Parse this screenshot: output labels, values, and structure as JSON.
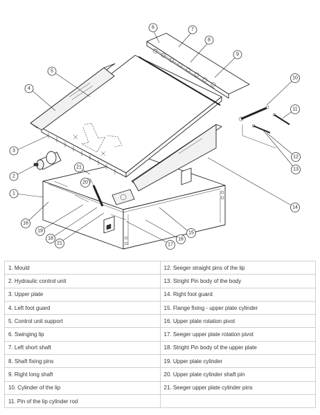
{
  "legend": {
    "items": [
      {
        "number": "1",
        "label": "Mould"
      },
      {
        "number": "2",
        "label": "Hydraulic control unit"
      },
      {
        "number": "3",
        "label": "Upper plate"
      },
      {
        "number": "4",
        "label": "Left foot guard"
      },
      {
        "number": "5",
        "label": "Control unit support"
      },
      {
        "number": "6",
        "label": "Swinging lip"
      },
      {
        "number": "7",
        "label": "Left short shaft"
      },
      {
        "number": "8",
        "label": "Shaft fixing pins"
      },
      {
        "number": "9",
        "label": "Right long shaft"
      },
      {
        "number": "10",
        "label": "Cylinder of the lip"
      },
      {
        "number": "11",
        "label": "Pin of the lip cylinder rod"
      },
      {
        "number": "12",
        "label": "Seeger straight pins of the lip"
      },
      {
        "number": "13",
        "label": "Stright Pin body of the body"
      },
      {
        "number": "14",
        "label": "Right foot guard"
      },
      {
        "number": "15",
        "label": "Flange fixing - upper plate cylinder"
      },
      {
        "number": "16",
        "label": "Upper plate rotation pivot"
      },
      {
        "number": "17",
        "label": "Seeger upper plate rotation pivot"
      },
      {
        "number": "18",
        "label": "Stright Pin body of the upper plate"
      },
      {
        "number": "19",
        "label": "Upper plate cylinder"
      },
      {
        "number": "20",
        "label": "Upper plate cylinder shaft pin"
      },
      {
        "number": "21",
        "label": "Seeger upper plate cylinder pins"
      }
    ],
    "column_left": [
      "1. Mould",
      "2. Hydraulic control unit",
      "3. Upper plate",
      "4. Left foot guard",
      "5. Control unit support",
      "6. Swinging lip",
      "7. Left short shaft",
      "8. Shaft fixing pins",
      "9. Right long shaft",
      "10. Cylinder of the lip",
      "11. Pin of the lip cylinder rod"
    ],
    "column_right": [
      "12. Seeger straight pins of the lip",
      "13. Stright Pin body of the body",
      "14. Right foot guard",
      "15. Flange fixing - upper plate cylinder",
      "16. Upper plate rotation pivot",
      "17. Seeger upper plate rotation pivot",
      "18. Stright Pin body of the upper plate",
      "19. Upper plate cylinder",
      "20. Upper plate cylinder shaft pin",
      "21. Seeger upper plate cylinder pins",
      ""
    ]
  },
  "callouts": [
    "1",
    "2",
    "3",
    "4",
    "5",
    "6",
    "7",
    "8",
    "9",
    "10",
    "11",
    "12",
    "13",
    "14",
    "15",
    "16",
    "16",
    "17",
    "18",
    "19",
    "20",
    "21",
    "21"
  ]
}
